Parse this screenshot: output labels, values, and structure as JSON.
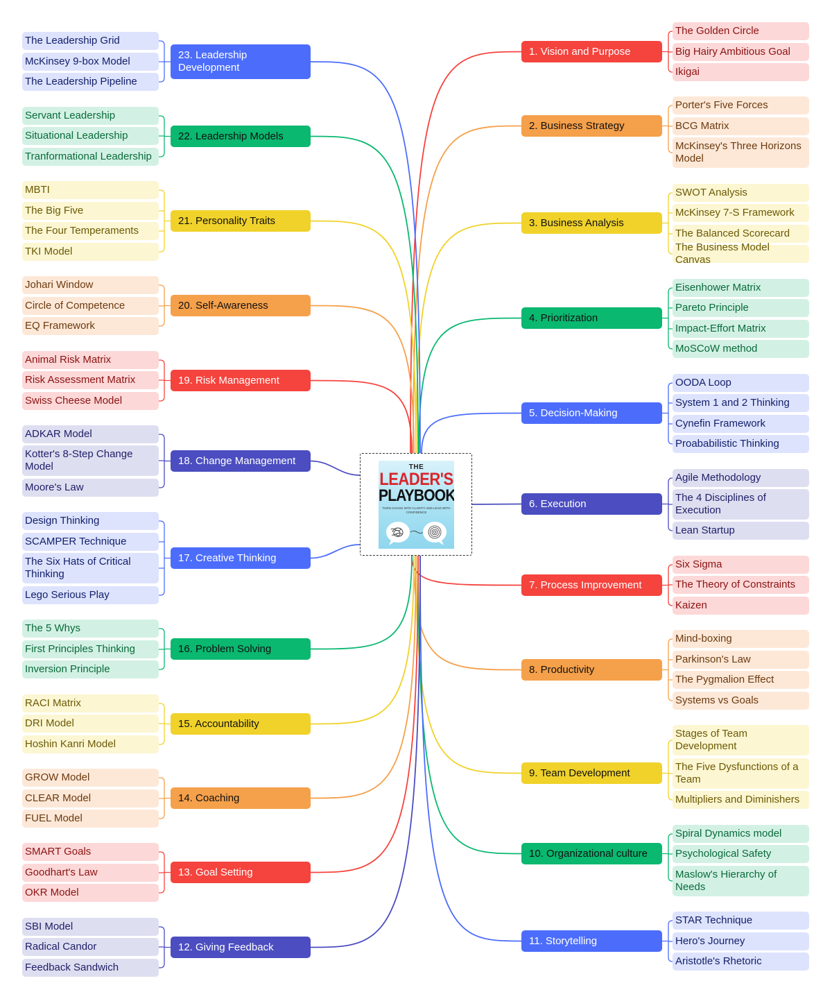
{
  "center": {
    "title_line1": "THE",
    "title_line2": "LEADER'S",
    "title_line3": "PLAYBOOK",
    "tagline": "TURN CHAOS INTO CLARITY AND LEAD WITH CONFIDENCE"
  },
  "colors": {
    "red": "#f5433d",
    "orange": "#f5a04a",
    "yellow": "#f0d22a",
    "green": "#0ab870",
    "blue": "#4c6dfb",
    "indigo": "#4b4dc0"
  },
  "topics": [
    {
      "id": 1,
      "label": "1. Vision and Purpose",
      "color": "red",
      "side": "right",
      "items": [
        "The Golden Circle",
        "Big Hairy Ambitious Goal",
        "Ikigai"
      ]
    },
    {
      "id": 2,
      "label": "2. Business Strategy",
      "color": "orange",
      "side": "right",
      "items": [
        "Porter's Five Forces",
        "BCG Matrix",
        "McKinsey's Three Horizons Model"
      ]
    },
    {
      "id": 3,
      "label": "3. Business Analysis",
      "color": "yellow",
      "side": "right",
      "items": [
        "SWOT Analysis",
        "McKinsey 7-S Framework",
        "The Balanced Scorecard",
        "The Business Model Canvas"
      ]
    },
    {
      "id": 4,
      "label": "4. Prioritization",
      "color": "green",
      "side": "right",
      "items": [
        "Eisenhower Matrix",
        "Pareto Principle",
        "Impact-Effort Matrix",
        "MoSCoW method"
      ]
    },
    {
      "id": 5,
      "label": "5. Decision-Making",
      "color": "blue",
      "side": "right",
      "items": [
        "OODA Loop",
        "System 1 and 2 Thinking",
        "Cynefin Framework",
        "Proababilistic Thinking"
      ]
    },
    {
      "id": 6,
      "label": "6. Execution",
      "color": "indigo",
      "side": "right",
      "items": [
        "Agile Methodology",
        "The 4 Disciplines of Execution",
        "Lean Startup"
      ]
    },
    {
      "id": 7,
      "label": "7. Process Improvement",
      "color": "red",
      "side": "right",
      "items": [
        "Six Sigma",
        "The Theory of Constraints",
        "Kaizen"
      ]
    },
    {
      "id": 8,
      "label": "8. Productivity",
      "color": "orange",
      "side": "right",
      "items": [
        "Mind-boxing",
        "Parkinson's Law",
        "The Pygmalion Effect",
        "Systems vs Goals"
      ]
    },
    {
      "id": 9,
      "label": "9. Team Development",
      "color": "yellow",
      "side": "right",
      "items": [
        "Stages of Team Development",
        "The Five Dysfunctions of a Team",
        "Multipliers and Diminishers"
      ]
    },
    {
      "id": 10,
      "label": "10. Organizational culture",
      "color": "green",
      "side": "right",
      "items": [
        "Spiral Dynamics model",
        "Psychological Safety",
        "Maslow's Hierarchy of Needs"
      ]
    },
    {
      "id": 11,
      "label": "11. Storytelling",
      "color": "blue",
      "side": "right",
      "items": [
        "STAR Technique",
        "Hero's Journey",
        "Aristotle's Rhetoric"
      ]
    },
    {
      "id": 12,
      "label": "12. Giving Feedback",
      "color": "indigo",
      "side": "left",
      "items": [
        "SBI Model",
        "Radical Candor",
        "Feedback Sandwich"
      ]
    },
    {
      "id": 13,
      "label": "13. Goal Setting",
      "color": "red",
      "side": "left",
      "items": [
        "SMART Goals",
        "Goodhart's Law",
        "OKR Model"
      ]
    },
    {
      "id": 14,
      "label": "14. Coaching",
      "color": "orange",
      "side": "left",
      "items": [
        "GROW Model",
        "CLEAR Model",
        "FUEL Model"
      ]
    },
    {
      "id": 15,
      "label": "15. Accountability",
      "color": "yellow",
      "side": "left",
      "items": [
        "RACI Matrix",
        "DRI Model",
        "Hoshin Kanri Model"
      ]
    },
    {
      "id": 16,
      "label": "16. Problem Solving",
      "color": "green",
      "side": "left",
      "items": [
        "The 5 Whys",
        "First Principles Thinking",
        "Inversion Principle"
      ]
    },
    {
      "id": 17,
      "label": "17. Creative Thinking",
      "color": "blue",
      "side": "left",
      "items": [
        "Design Thinking",
        "SCAMPER Technique",
        "The Six Hats of Critical Thinking",
        "Lego Serious Play"
      ]
    },
    {
      "id": 18,
      "label": "18. Change Management",
      "color": "indigo",
      "side": "left",
      "items": [
        "ADKAR Model",
        "Kotter's 8-Step Change Model",
        "Moore's Law"
      ]
    },
    {
      "id": 19,
      "label": "19. Risk Management",
      "color": "red",
      "side": "left",
      "items": [
        "Animal Risk Matrix",
        "Risk Assessment Matrix",
        "Swiss Cheese Model"
      ]
    },
    {
      "id": 20,
      "label": "20. Self-Awareness",
      "color": "orange",
      "side": "left",
      "items": [
        "Johari Window",
        "Circle of Competence",
        "EQ Framework"
      ]
    },
    {
      "id": 21,
      "label": "21. Personality Traits",
      "color": "yellow",
      "side": "left",
      "items": [
        "MBTI",
        "The Big Five",
        "The Four Temperaments",
        "TKI Model"
      ]
    },
    {
      "id": 22,
      "label": "22. Leadership Models",
      "color": "green",
      "side": "left",
      "items": [
        "Servant Leadership",
        "Situational Leadership",
        "Tranformational Leadership"
      ]
    },
    {
      "id": 23,
      "label": "23. Leadership Development",
      "color": "blue",
      "side": "left",
      "items": [
        "The Leadership Grid",
        "McKinsey 9-box Model",
        "The Leadership Pipeline"
      ]
    }
  ]
}
